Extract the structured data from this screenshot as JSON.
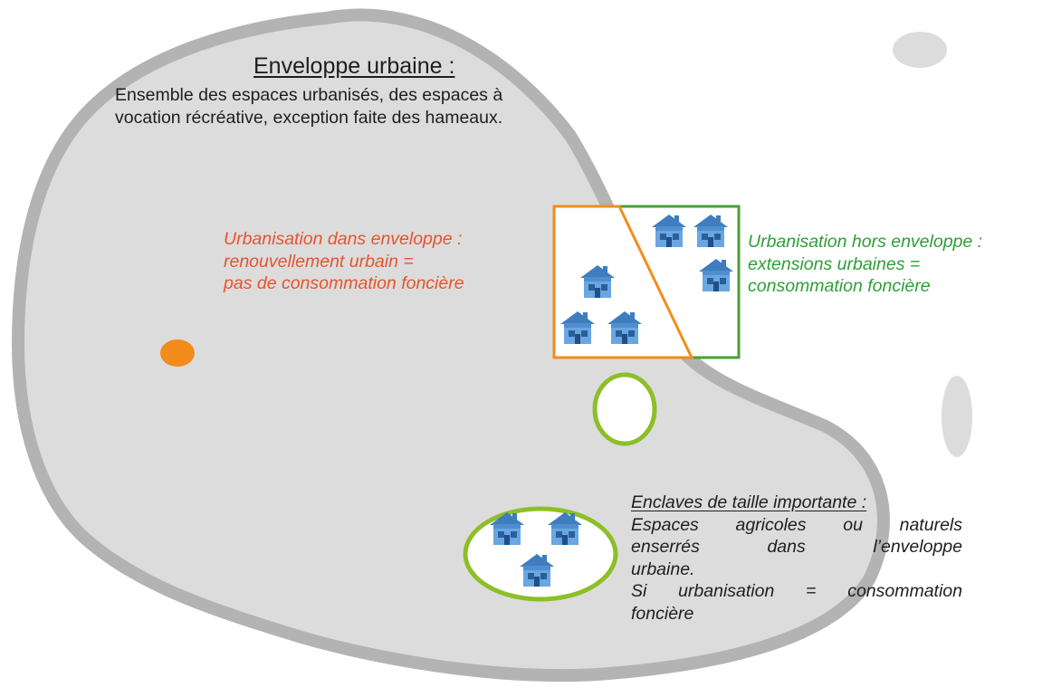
{
  "title": "Enveloppe urbaine :",
  "definition": {
    "line1": "Ensemble des espaces urbanisés, des espaces à",
    "line2": "vocation récréative, exception faite des hameaux."
  },
  "inside": {
    "line1": "Urbanisation dans enveloppe :",
    "line2": "renouvellement urbain =",
    "line3": "pas de consommation foncière"
  },
  "outside": {
    "line1": "Urbanisation hors enveloppe :",
    "line2": "extensions urbaines =",
    "line3": "consommation foncière"
  },
  "enclave": {
    "heading": "Enclaves de taille importante :",
    "line1": "Espaces agricoles ou naturels",
    "line2": "enserrés dans l’enveloppe",
    "line3": "urbaine.",
    "line4": "Si urbanisation = consommation",
    "line5": "foncière"
  },
  "colors": {
    "envelope_fill": "#dcdcdd",
    "envelope_border": "#b3b3b4",
    "inside_accent": "#f28c1c",
    "outside_accent": "#4aa036",
    "enclave_accent": "#8cbf28",
    "house_blue": "#5b97d6",
    "text_inside": "#e8542a",
    "text_outside": "#2e9e38"
  },
  "icons": [
    "house-icon"
  ]
}
